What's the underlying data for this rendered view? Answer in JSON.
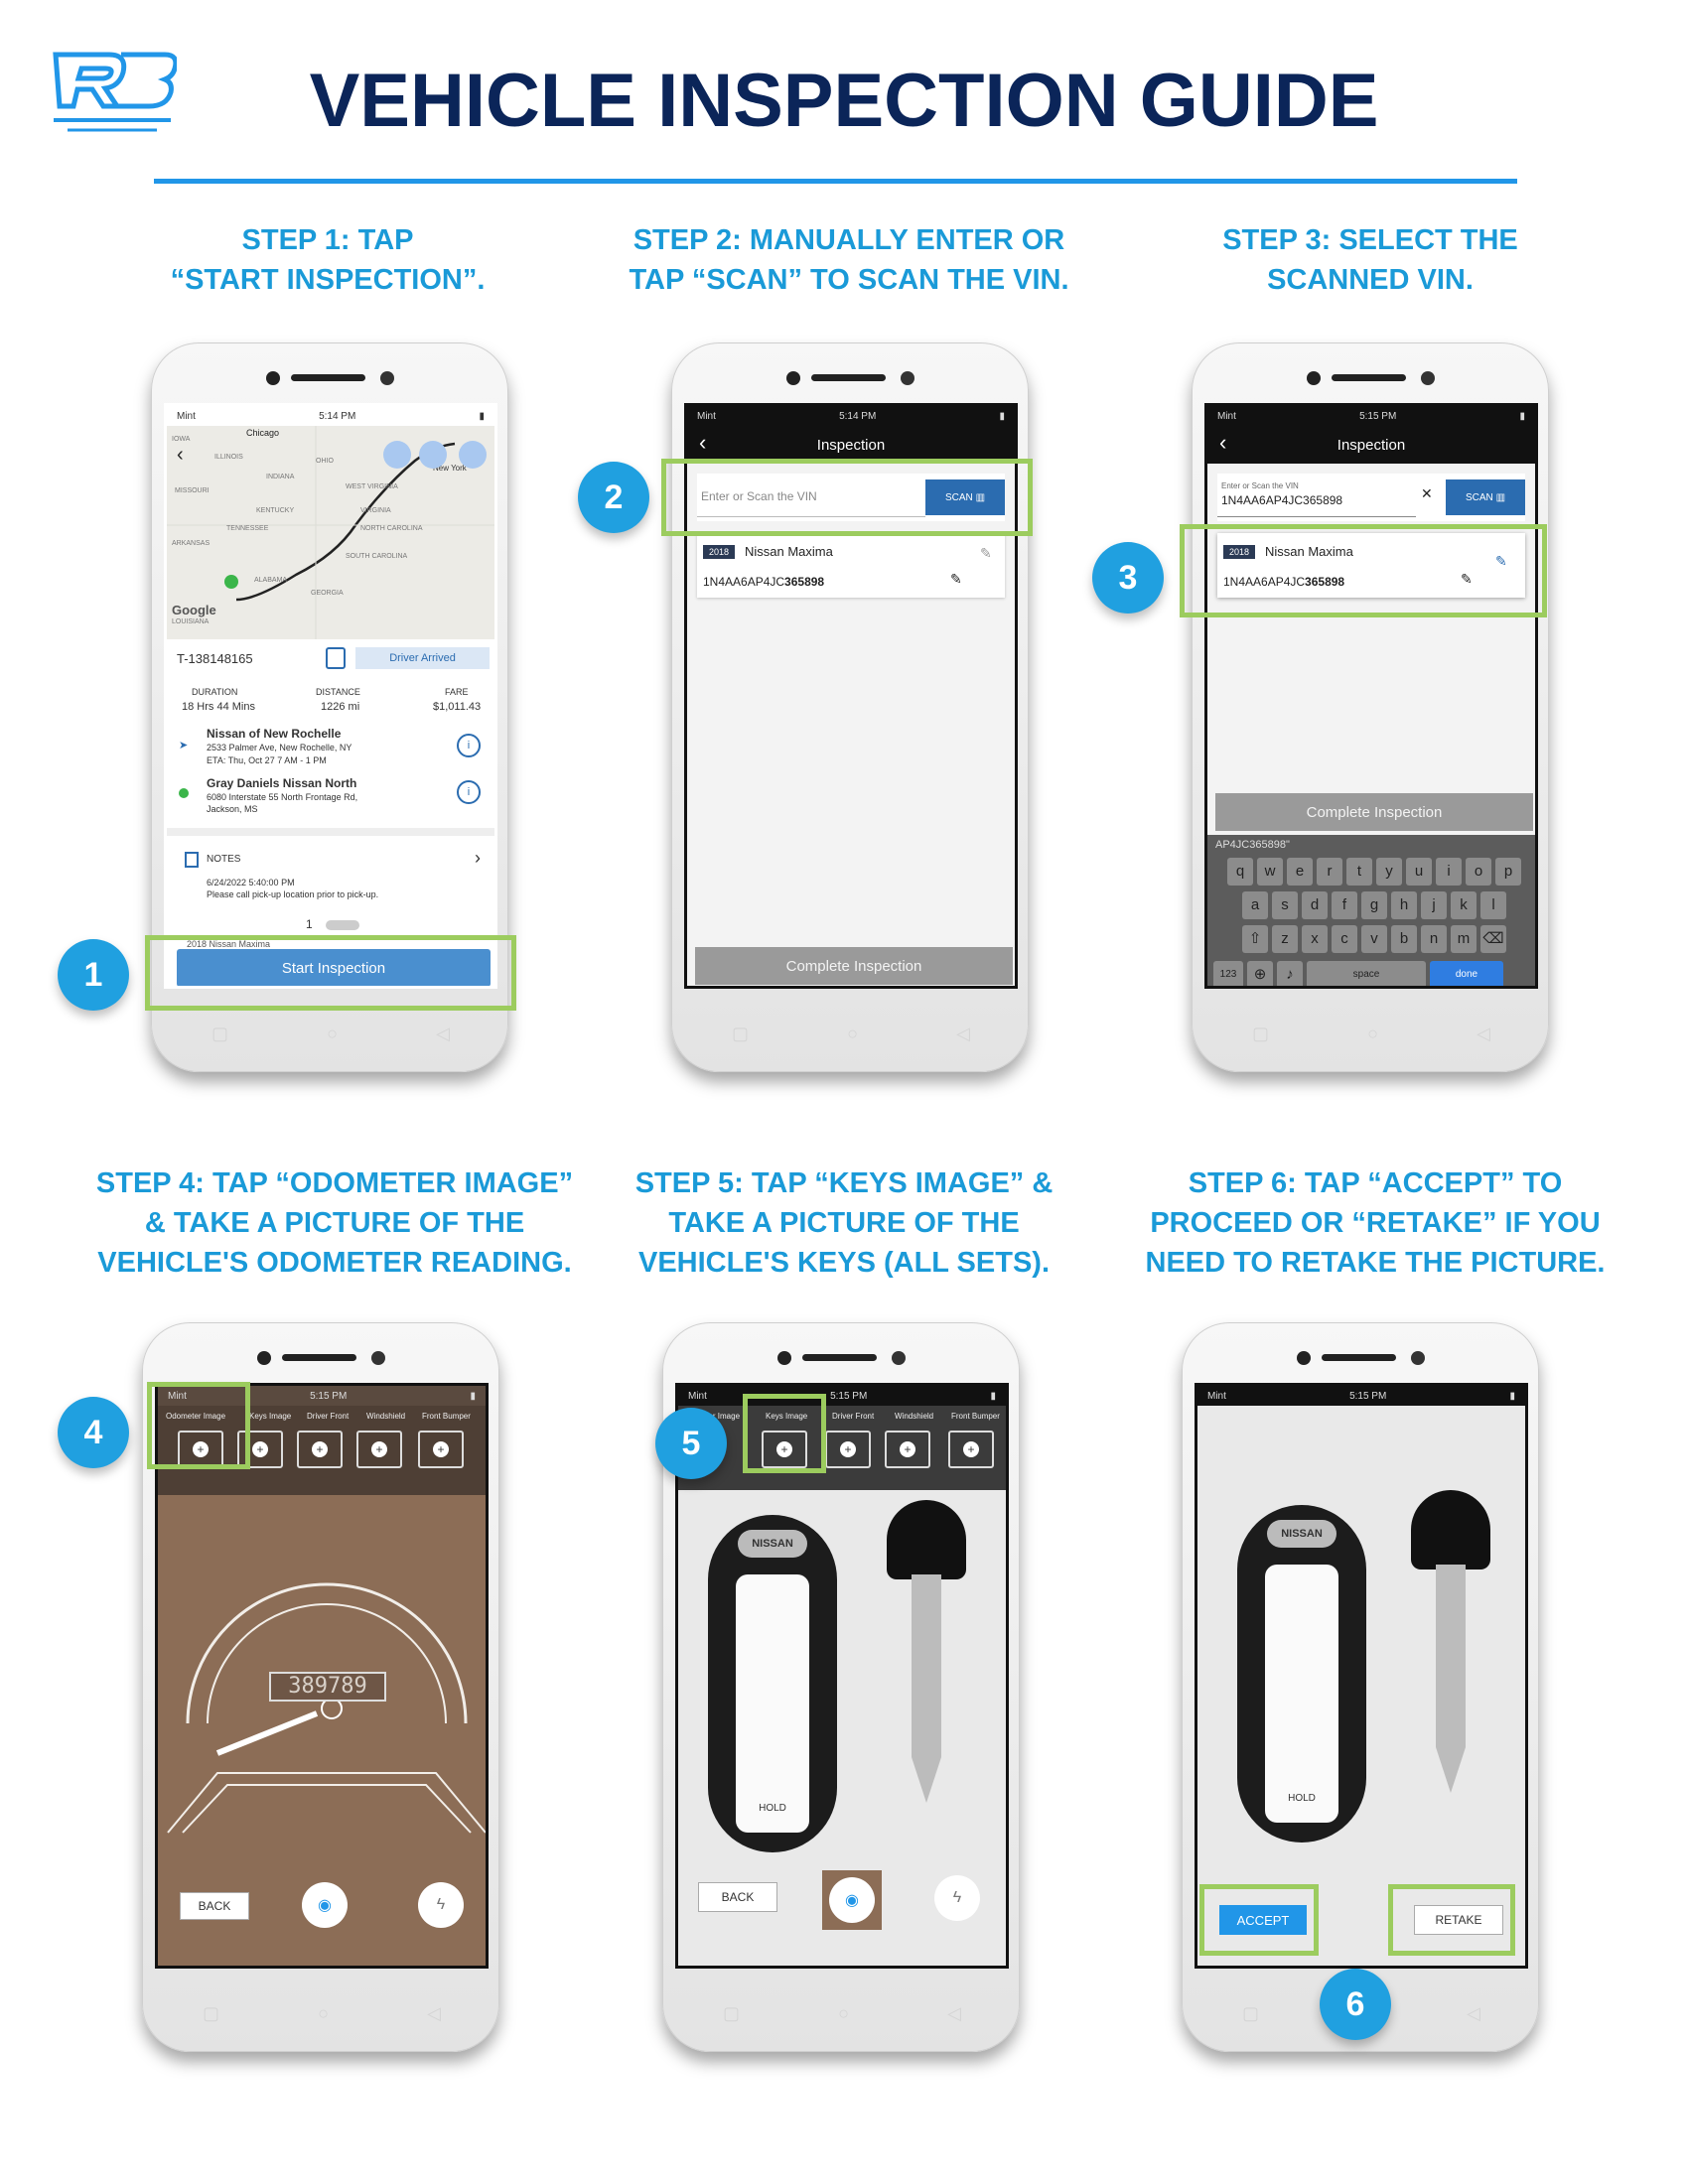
{
  "header": {
    "title": "VEHICLE INSPECTION GUIDE",
    "logo_text": "RB"
  },
  "steps": [
    {
      "line1": "STEP 1: TAP",
      "line2": "“START INSPECTION”.",
      "line3": ""
    },
    {
      "line1": "STEP 2: MANUALLY ENTER OR",
      "line2": "TAP “SCAN” TO SCAN THE VIN.",
      "line3": ""
    },
    {
      "line1": "STEP 3: SELECT THE",
      "line2": "SCANNED VIN.",
      "line3": ""
    },
    {
      "line1": "STEP 4: TAP “ODOMETER IMAGE”",
      "line2": "& TAKE A PICTURE OF THE",
      "line3": "VEHICLE'S ODOMETER READING."
    },
    {
      "line1": "STEP 5: TAP “KEYS IMAGE” &",
      "line2": "TAKE A PICTURE OF THE",
      "line3": "VEHICLE'S KEYS (ALL SETS)."
    },
    {
      "line1": "STEP 6: TAP “ACCEPT” TO",
      "line2": "PROCEED OR “RETAKE” IF YOU",
      "line3": "NEED TO RETAKE THE PICTURE."
    }
  ],
  "badges": [
    "1",
    "2",
    "3",
    "4",
    "5",
    "6"
  ],
  "status": {
    "carrier": "Mint",
    "time1": "5:14 PM",
    "time2": "5:15 PM"
  },
  "phone1": {
    "map_labels": [
      "Chicago",
      "IOWA",
      "ILLINOIS",
      "OHIO",
      "INDIANA",
      "MISSOURI",
      "KENTUCKY",
      "WEST VIRGINIA",
      "VIRGINIA",
      "TENNESSEE",
      "NORTH CAROLINA",
      "ARKANSAS",
      "SOUTH CAROLINA",
      "ALABAMA",
      "GEORGIA",
      "New York",
      "Google",
      "LOUISIANA"
    ],
    "trip_id": "T-138148165",
    "driver_status": "Driver Arrived",
    "duration_label": "DURATION",
    "duration_value": "18 Hrs 44 Mins",
    "distance_label": "DISTANCE",
    "distance_value": "1226 mi",
    "fare_label": "FARE",
    "fare_value": "$1,011.43",
    "pickup_name": "Nissan of New Rochelle",
    "pickup_address": "2533 Palmer Ave, New Rochelle, NY",
    "pickup_eta": "ETA: Thu, Oct 27 7 AM - 1 PM",
    "drop_name": "Gray Daniels Nissan North",
    "drop_address": "6080 Interstate 55 North Frontage Rd,",
    "drop_city": "Jackson, MS",
    "notes_label": "NOTES",
    "notes_date": "6/24/2022 5:40:00 PM",
    "notes_text": "Please call pick-up location prior to pick-up.",
    "vehicle_count": "1",
    "vehicle_peek": "2018 Nissan Maxima",
    "start_button": "Start Inspection"
  },
  "phone2": {
    "header": "Inspection",
    "vin_placeholder": "Enter or Scan the VIN",
    "scan_button": "SCAN",
    "year": "2018",
    "model": "Nissan Maxima",
    "vin_prefix": "1N4AA6AP4JC",
    "vin_suffix": "365898",
    "complete_button": "Complete Inspection"
  },
  "phone3": {
    "header": "Inspection",
    "vin_label": "Enter or Scan the VIN",
    "vin_value": "1N4AA6AP4JC365898",
    "clear": "✕",
    "scan_button": "SCAN",
    "year": "2018",
    "model": "Nissan Maxima",
    "vin_prefix": "1N4AA6AP4JC",
    "vin_suffix": "365898",
    "complete_button": "Complete Inspection",
    "suggestion": "AP4JC365898\"",
    "keys_row1": [
      "q",
      "w",
      "e",
      "r",
      "t",
      "y",
      "u",
      "i",
      "o",
      "p"
    ],
    "keys_row2": [
      "a",
      "s",
      "d",
      "f",
      "g",
      "h",
      "j",
      "k",
      "l"
    ],
    "keys_row3": [
      "z",
      "x",
      "c",
      "v",
      "b",
      "n",
      "m"
    ],
    "num_key": "123",
    "space_key": "space",
    "done_key": "done"
  },
  "phone4": {
    "tabs": [
      "Odometer Image",
      "Keys Image",
      "Driver Front",
      "Windshield",
      "Front Bumper"
    ],
    "odometer_reading": "389789",
    "back_button": "BACK"
  },
  "phone5": {
    "tabs": [
      "Odometer Image",
      "Keys Image",
      "Driver Front",
      "Windshield",
      "Front Bumper"
    ],
    "brand": "NISSAN",
    "hold": "HOLD",
    "back_button": "BACK"
  },
  "phone6": {
    "brand": "NISSAN",
    "hold": "HOLD",
    "accept_button": "ACCEPT",
    "retake_button": "RETAKE"
  },
  "colors": {
    "navy": "#0b2559",
    "accent": "#1a9ad8",
    "highlight": "#9ccc5e"
  }
}
